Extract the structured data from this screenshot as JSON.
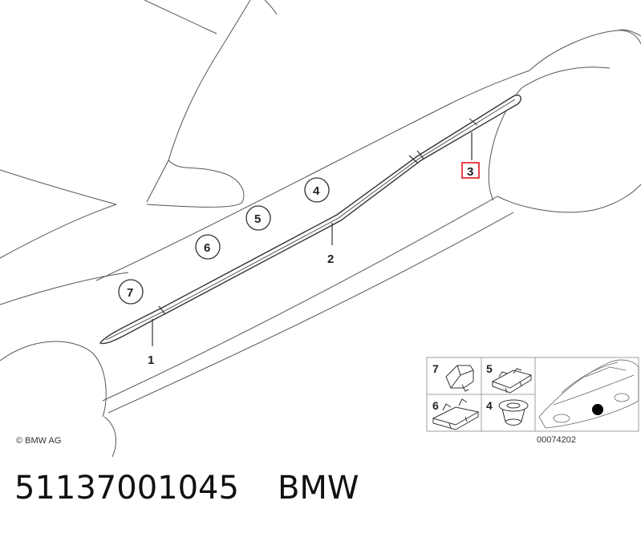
{
  "copyright": "© BMW AG",
  "diagram_number": "00074202",
  "part_labels": {
    "p1": "1",
    "p2": "2",
    "p3": "3",
    "p4": "4",
    "p5": "5",
    "p6": "6",
    "p7": "7"
  },
  "inset_labels": {
    "i7": "7",
    "i5": "5",
    "i6": "6",
    "i4": "4"
  },
  "caption": {
    "part_number": "51137001045",
    "brand": "BMW"
  },
  "colors": {
    "line": "#333333",
    "highlight": "#e0151b",
    "marker": "#000000"
  }
}
